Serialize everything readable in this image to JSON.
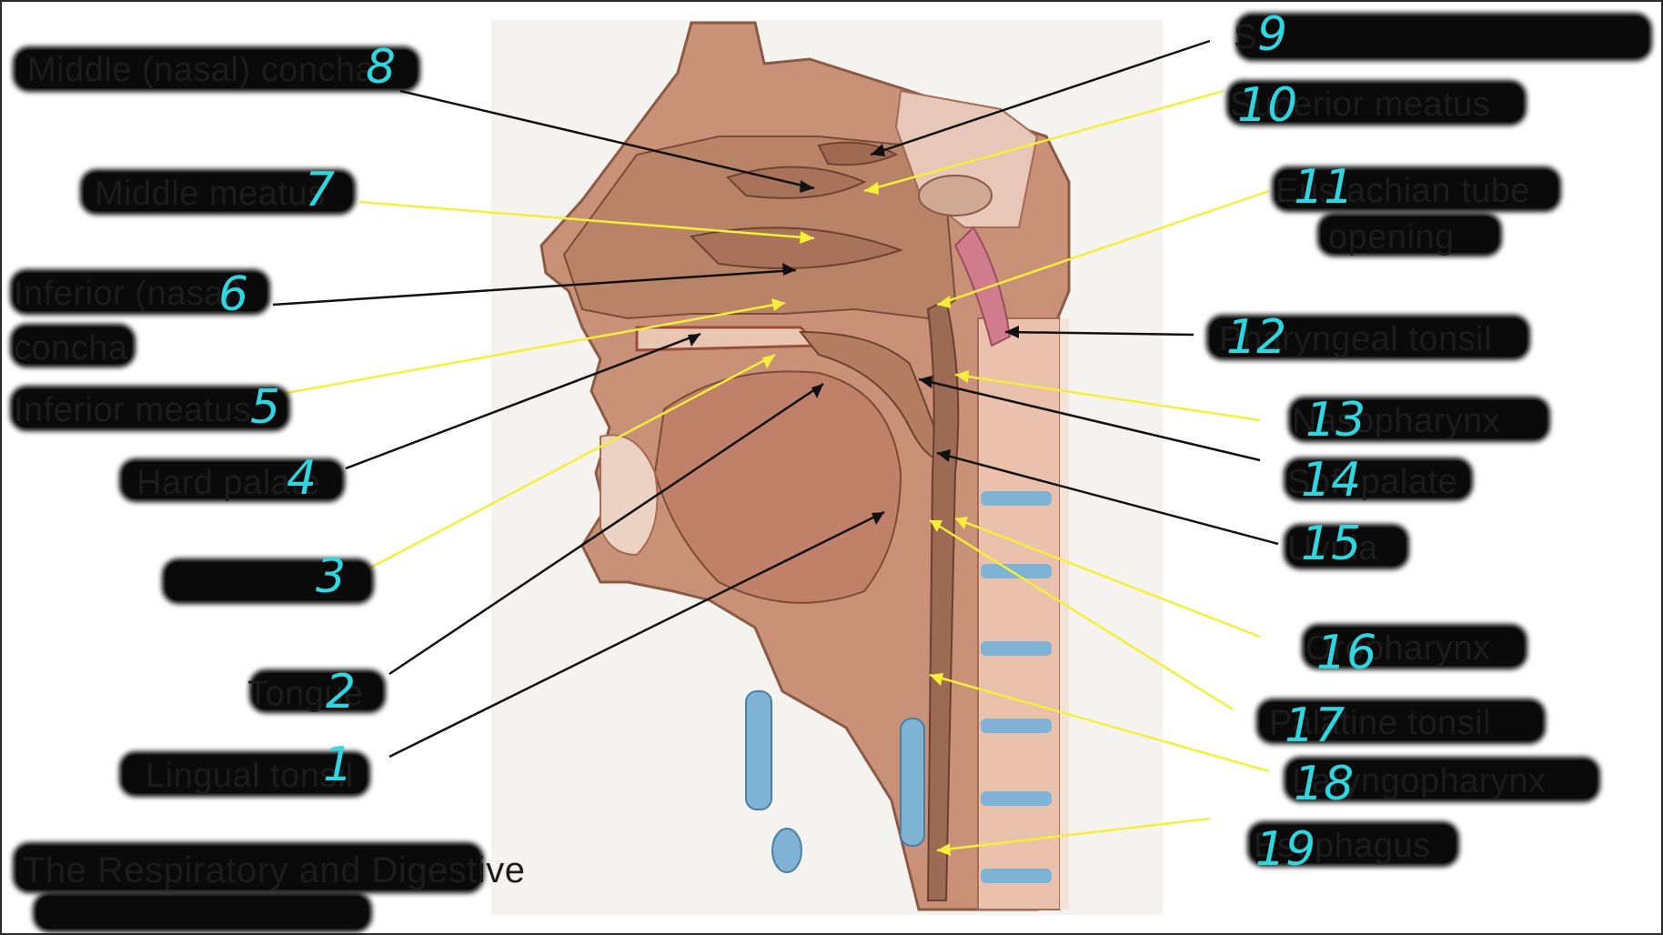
{
  "labels": {
    "l1": {
      "num": "1",
      "text": "Lingual tonsil"
    },
    "l2": {
      "num": "2",
      "text": "Tongue"
    },
    "l3": {
      "num": "3",
      "text": ""
    },
    "l4": {
      "num": "4",
      "text": "Hard palate"
    },
    "l5": {
      "num": "5",
      "text": "Inferior meatus"
    },
    "l6": {
      "num": "6",
      "text": "Inferior (nasal)",
      "text2": "concha"
    },
    "l7": {
      "num": "7",
      "text": "Middle meatus"
    },
    "l8": {
      "num": "8",
      "text": "Middle (nasal) concha"
    },
    "l9": {
      "num": "9",
      "text": "S"
    },
    "l10": {
      "num": "10",
      "text": "Superior meatus"
    },
    "l11": {
      "num": "11",
      "text": "Eustachian tube",
      "text2": "opening"
    },
    "l12": {
      "num": "12",
      "text": "Pharyngeal tonsil"
    },
    "l13": {
      "num": "13",
      "text": "Nasopharynx"
    },
    "l14": {
      "num": "14",
      "text": "Soft palate"
    },
    "l15": {
      "num": "15",
      "text": "Uvula"
    },
    "l16": {
      "num": "16",
      "text": "Oropharynx"
    },
    "l17": {
      "num": "17",
      "text": "Palatine tonsil"
    },
    "l18": {
      "num": "18",
      "text": "Laryngopharynx"
    },
    "l19": {
      "num": "19",
      "text": "Esophagus"
    },
    "footer": {
      "text": "The Respiratory and Digestive"
    }
  },
  "colors": {
    "label_number": "#2fd6e0",
    "redaction": "#0a0a0a",
    "pointer_black": "#111111",
    "pointer_yellow": "#f5ef3a",
    "tissue": "#c9957a",
    "cartilage_blue": "#7fb3d6",
    "bone_red": "#d9a58f"
  }
}
